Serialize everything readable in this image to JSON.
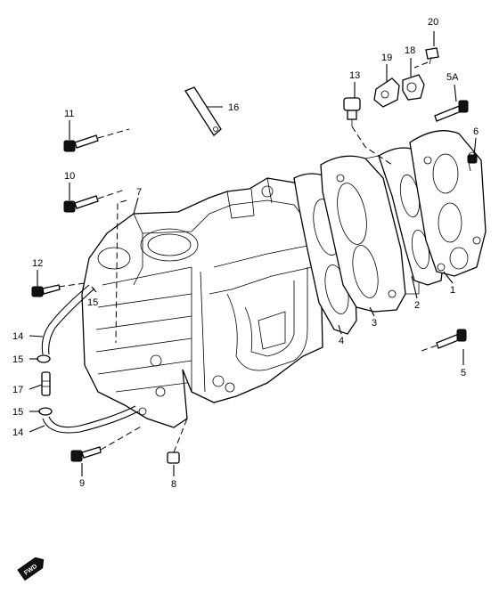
{
  "callouts": [
    {
      "id": "c20",
      "text": "20"
    },
    {
      "id": "c19",
      "text": "19"
    },
    {
      "id": "c18",
      "text": "18"
    },
    {
      "id": "c13",
      "text": "13"
    },
    {
      "id": "c5a",
      "text": "5A"
    },
    {
      "id": "c16",
      "text": "16"
    },
    {
      "id": "c11",
      "text": "11"
    },
    {
      "id": "c6",
      "text": "6"
    },
    {
      "id": "c10",
      "text": "10"
    },
    {
      "id": "c7",
      "text": "7"
    },
    {
      "id": "c12",
      "text": "12"
    },
    {
      "id": "c15a",
      "text": "15"
    },
    {
      "id": "c1",
      "text": "1"
    },
    {
      "id": "c2",
      "text": "2"
    },
    {
      "id": "c3",
      "text": "3"
    },
    {
      "id": "c4",
      "text": "4"
    },
    {
      "id": "c14a",
      "text": "14"
    },
    {
      "id": "c15b",
      "text": "15"
    },
    {
      "id": "c17",
      "text": "17"
    },
    {
      "id": "c15c",
      "text": "15"
    },
    {
      "id": "c14b",
      "text": "14"
    },
    {
      "id": "c5",
      "text": "5"
    },
    {
      "id": "c9",
      "text": "9"
    },
    {
      "id": "c8",
      "text": "8"
    }
  ],
  "fwd_badge": {
    "text": "FWD"
  }
}
